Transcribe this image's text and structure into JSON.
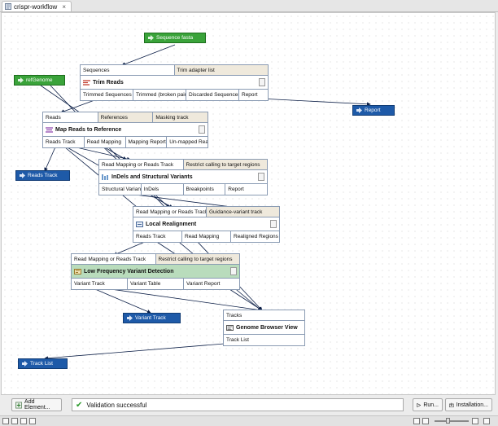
{
  "tab": {
    "title": "crispr-workflow",
    "close": "×"
  },
  "inputs": {
    "sequence_fasta": "Sequence fasta",
    "ref_genome": "refGenome"
  },
  "trim_reads": {
    "inputs": [
      "Sequences",
      "Trim adapter list"
    ],
    "title": "Trim Reads",
    "outputs": [
      "Trimmed Sequences",
      "Trimmed (broken pairs)",
      "Discarded Sequences",
      "Report"
    ]
  },
  "map_reads": {
    "inputs": [
      "Reads",
      "References",
      "Masking track"
    ],
    "title": "Map Reads to Reference",
    "outputs": [
      "Reads Track",
      "Read Mapping",
      "Mapping Report",
      "Un-mapped Reads"
    ]
  },
  "indels": {
    "inputs": [
      "Read Mapping or Reads Track",
      "Restrict calling to target regions"
    ],
    "title": "InDels and Structural Variants",
    "outputs": [
      "Structural Variants",
      "InDels",
      "Breakpoints",
      "Report"
    ]
  },
  "local_realign": {
    "inputs": [
      "Read Mapping or Reads Track",
      "Guidance-variant track"
    ],
    "title": "Local Realignment",
    "outputs": [
      "Reads Track",
      "Read Mapping",
      "Realigned Regions"
    ]
  },
  "low_freq": {
    "inputs": [
      "Read Mapping or Reads Track",
      "Restrict calling to target regions"
    ],
    "title": "Low Frequency Variant Detection",
    "outputs": [
      "Variant Track",
      "Variant Table",
      "Variant Report"
    ]
  },
  "genome_browser": {
    "inputs": [
      "Tracks"
    ],
    "title": "Genome Browser View",
    "outputs": [
      "Track List"
    ]
  },
  "outputs": {
    "report": "Report",
    "reads_track": "Reads Track",
    "variant_track": "Variant Track",
    "track_list": "Track List"
  },
  "bottom": {
    "add_element": "Add Element...",
    "status": "Validation successful",
    "run": "Run...",
    "installation": "Installation..."
  },
  "icons": {
    "tab": "workflow-icon",
    "input": "input-arrow-icon",
    "output": "output-arrow-icon",
    "status": "checkmark-icon"
  },
  "colors": {
    "input_element": "#3aa33a",
    "output_element": "#1e5aa8",
    "highlighted_block": "#b9dcbc",
    "input_port": "#efe9dc",
    "success": "#2c9a2c"
  }
}
